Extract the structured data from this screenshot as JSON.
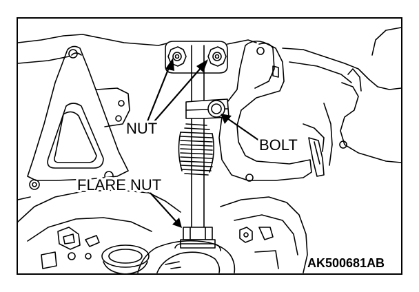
{
  "labels": {
    "nut": "NUT",
    "bolt": "BOLT",
    "flare_nut": "FLARE NUT"
  },
  "figure_code": "AK500681AB",
  "colors": {
    "line": "#000000",
    "background": "#ffffff"
  }
}
